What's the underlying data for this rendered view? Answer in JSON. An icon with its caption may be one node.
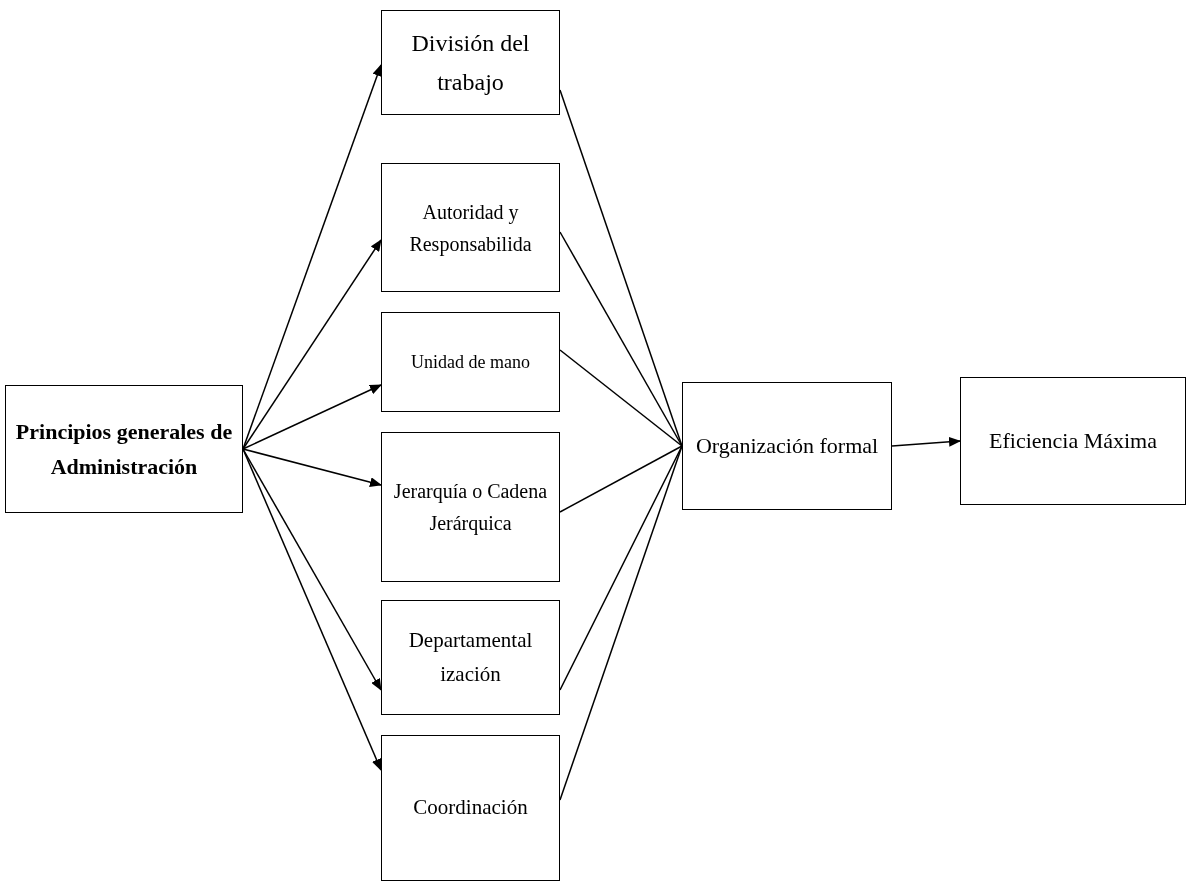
{
  "diagram": {
    "nodes": [
      {
        "text": [
          "Principios generales de Administración"
        ]
      },
      {
        "text": [
          "División del trabajo"
        ]
      },
      {
        "text": [
          "Autoridad y Responsabilida"
        ]
      },
      {
        "text": [
          "Unidad de mano"
        ]
      },
      {
        "text": [
          "Jerarquía o Cadena Jerárquica"
        ]
      },
      {
        "text": [
          "Departamental ización"
        ]
      },
      {
        "text": [
          "Coordinación"
        ]
      },
      {
        "text": [
          "Organización formal"
        ]
      },
      {
        "text": [
          "Eficiencia Máxima"
        ]
      }
    ],
    "edges": [
      {
        "from": 0,
        "to": 1,
        "arrow": "to"
      },
      {
        "from": 0,
        "to": 2,
        "arrow": "to"
      },
      {
        "from": 0,
        "to": 3,
        "arrow": "to"
      },
      {
        "from": 0,
        "to": 4,
        "arrow": "to"
      },
      {
        "from": 0,
        "to": 5,
        "arrow": "to"
      },
      {
        "from": 0,
        "to": 6,
        "arrow": "to"
      },
      {
        "from": 1,
        "to": 7,
        "arrow": "none"
      },
      {
        "from": 2,
        "to": 7,
        "arrow": "none"
      },
      {
        "from": 3,
        "to": 7,
        "arrow": "none"
      },
      {
        "from": 4,
        "to": 7,
        "arrow": "none"
      },
      {
        "from": 5,
        "to": 7,
        "arrow": "none"
      },
      {
        "from": 6,
        "to": 7,
        "arrow": "none"
      },
      {
        "from": 7,
        "to": 8,
        "arrow": "to"
      }
    ]
  }
}
